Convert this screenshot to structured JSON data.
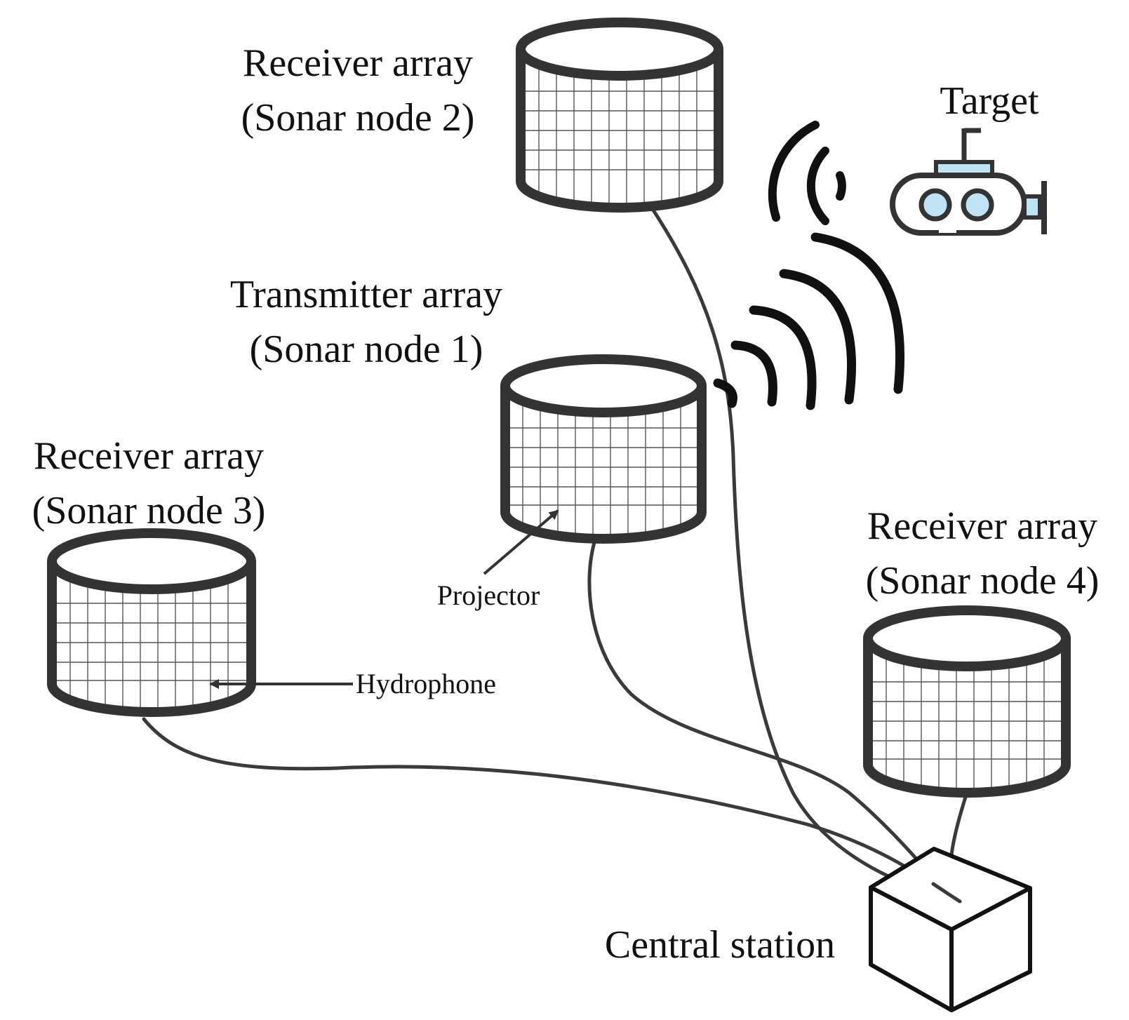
{
  "nodes": {
    "node2": {
      "title": "Receiver array",
      "subtitle": "(Sonar node 2)"
    },
    "node1": {
      "title": "Transmitter array",
      "subtitle": "(Sonar node 1)"
    },
    "node3": {
      "title": "Receiver array",
      "subtitle": "(Sonar node 3)"
    },
    "node4": {
      "title": "Receiver array",
      "subtitle": "(Sonar node 4)"
    }
  },
  "target": {
    "label": "Target"
  },
  "annotations": {
    "projector": "Projector",
    "hydrophone": "Hydrophone"
  },
  "station": {
    "label": "Central station"
  },
  "colors": {
    "stroke": "#333333",
    "submarine_fill": "#bfe3f5",
    "cable": "#3a3a3a"
  },
  "icons": {
    "target": "submarine-icon",
    "station": "cube-icon",
    "waves": "sonar-wave-icon"
  }
}
